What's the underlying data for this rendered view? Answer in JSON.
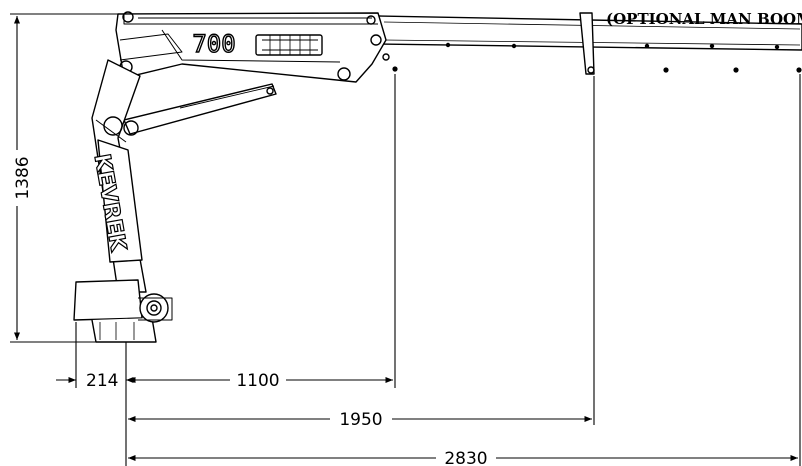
{
  "caption": "(OPTIONAL MAN BOOM)",
  "model": "700",
  "brand": "KEVREK",
  "dimensions": {
    "height": "1386",
    "base_offset": "214",
    "reach_1": "1100",
    "reach_2": "1950",
    "reach_3": "2830"
  }
}
